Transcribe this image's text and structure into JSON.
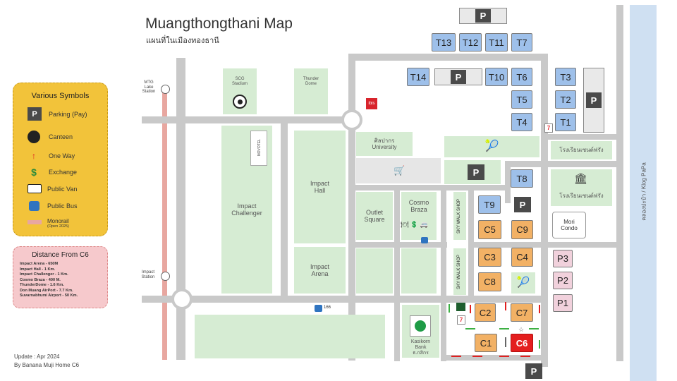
{
  "title": "Muangthongthani Map",
  "subtitle_th": "แผนที่ในเมืองทองธานี",
  "legend": {
    "title": "Various Symbols",
    "items": [
      {
        "icon": "parking-icon",
        "label": "Parking (Pay)"
      },
      {
        "icon": "canteen-icon",
        "label": "Canteen"
      },
      {
        "icon": "one-way-icon",
        "label": "One Way"
      },
      {
        "icon": "exchange-icon",
        "label": "Exchange"
      },
      {
        "icon": "van-icon",
        "label": "Public Van"
      },
      {
        "icon": "bus-icon",
        "label": "Public Bus"
      },
      {
        "icon": "monorail-icon",
        "label": "Monorail",
        "note": "(Open 2025)"
      }
    ]
  },
  "distance": {
    "title": "Distance From C6",
    "lines": [
      "Impact Arena - 650M",
      "Impact Hall - 1 Km.",
      "Impact Challenger - 1 Km.",
      "Cosmo Braza - 400 M.",
      "ThunderDome - 1.6 Km.",
      "Don Muang AirPort - 7.7 Km.",
      "Suvarnabhumi Airport - 50 Km."
    ]
  },
  "footer": {
    "line1": "Update : Apr 2024",
    "line2": "By Banana Muji Home C6"
  },
  "places": {
    "mtg_lake": "MTG\nLake\nStation",
    "impact_station": "Impact\nStation",
    "scg": "SCG\nStadium",
    "thunder": "Thunder\nDome",
    "novotel": "NOVOTEL",
    "impact_challenger": "Impact\nChallenger",
    "impact_hall": "Impact\nHall",
    "impact_arena": "Impact\nArena",
    "silpakorn": "ศิลปากร\nUniversity",
    "outlet": "Outlet\nSquare",
    "cosmo": "Cosmo\nBraza",
    "skywalk1": "SKY WALK SHOP",
    "skywalk2": "SKY WALK SHOP",
    "school1": "โรงเรียนเซนต์ฟรัง",
    "school2": "โรงเรียนเซนต์ฟรัง",
    "mori": "Mori\nCondo",
    "kasikorn": "Kasikorn\nBank\nธ.กสิกร",
    "klong": "คลองปะป๋า / Klog PaPa",
    "bus_no": "166",
    "ibis": "ibis"
  },
  "buildings": {
    "t13": "T13",
    "t12": "T12",
    "t11": "T11",
    "t7": "T7",
    "t14": "T14",
    "t10": "T10",
    "t6": "T6",
    "t5": "T5",
    "t4": "T4",
    "t3": "T3",
    "t2": "T2",
    "t1": "T1",
    "t8": "T8",
    "t9": "T9",
    "c5": "C5",
    "c9": "C9",
    "c3": "C3",
    "c4": "C4",
    "c8": "C8",
    "c2": "C2",
    "c7": "C7",
    "c1": "C1",
    "c6": "C6",
    "p3": "P3",
    "p2": "P2",
    "p1": "P1"
  },
  "parking_label": "P",
  "colors": {
    "road": "#c9c9c9",
    "green": "#d6ecd3",
    "tower": "#9ec0ea",
    "condo": "#f2b165",
    "pink": "#f1d1dc",
    "legend": "#f2c33a",
    "distance": "#f6c9cc",
    "c6": "#e41e1e",
    "canal": "#cfe0f2",
    "monorail": "#e8a7a0"
  }
}
